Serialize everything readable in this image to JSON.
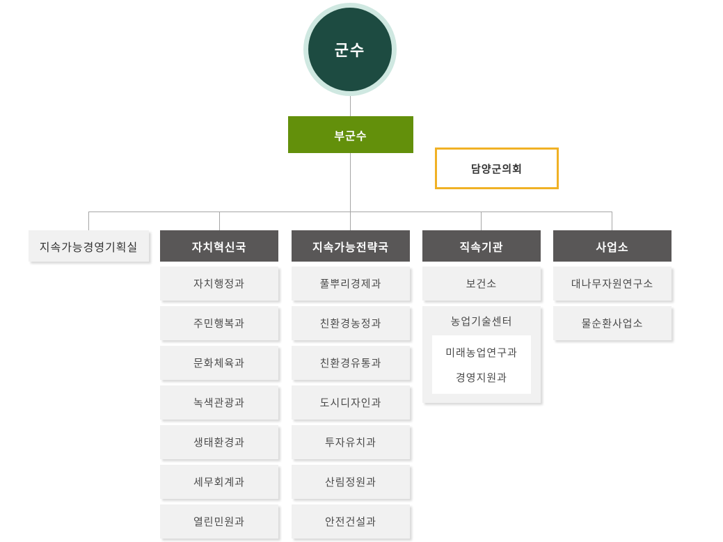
{
  "colors": {
    "teal": "#1d4b41",
    "ring": "#cfe8e1",
    "green": "#63900b",
    "gold": "#f0b125",
    "dark": "#595757",
    "lightbox": "#f1f1f1",
    "line": "#a5a5a5"
  },
  "org": {
    "root": {
      "label": "군수"
    },
    "deputy": {
      "label": "부군수"
    },
    "council": {
      "label": "담양군의회"
    },
    "columns": [
      {
        "kind": "office",
        "label": "지속가능경영기획실",
        "items": []
      },
      {
        "kind": "bureau",
        "label": "자치혁신국",
        "items": [
          "자치행정과",
          "주민행복과",
          "문화체육과",
          "녹색관광과",
          "생태환경과",
          "세무회계과",
          "열린민원과"
        ]
      },
      {
        "kind": "bureau",
        "label": "지속가능전략국",
        "items": [
          "풀뿌리경제과",
          "친환경농정과",
          "친환경유통과",
          "도시디자인과",
          "투자유치과",
          "산림정원과",
          "안전건설과"
        ]
      },
      {
        "kind": "bureau",
        "label": "직속기관",
        "items": [
          "보건소"
        ],
        "group": {
          "label": "농업기술센터",
          "children": [
            "미래농업연구과",
            "경영지원과"
          ]
        }
      },
      {
        "kind": "bureau",
        "label": "사업소",
        "items": [
          "대나무자원연구소",
          "물순환사업소"
        ]
      }
    ]
  }
}
